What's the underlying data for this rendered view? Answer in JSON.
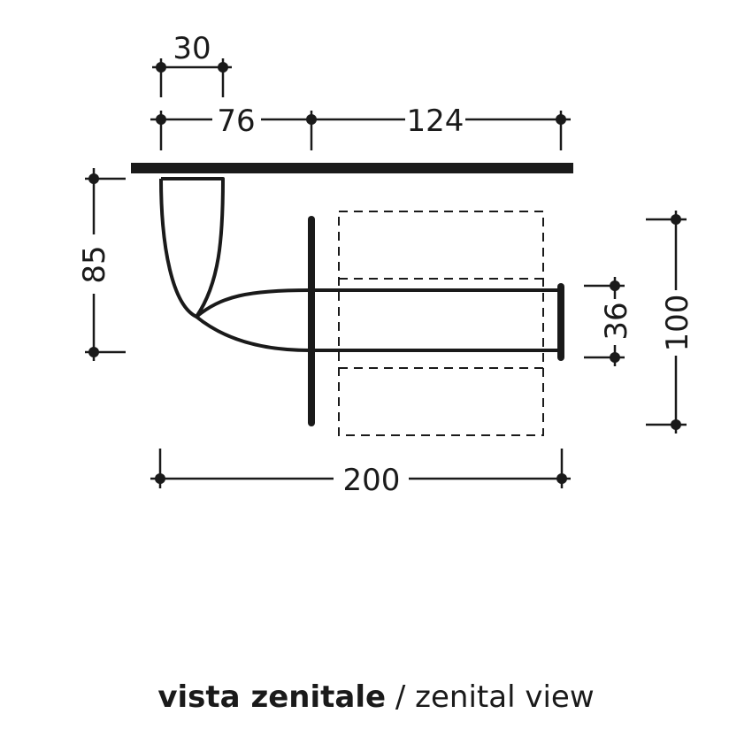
{
  "diagram": {
    "type": "technical-drawing",
    "view": "top view of wall-mounted toilet roll holder",
    "colors": {
      "line": "#1a1a1a",
      "background": "#ffffff"
    },
    "dimensions": {
      "top_small": "30",
      "top_left": "76",
      "top_right": "124",
      "left_height": "85",
      "right_small": "36",
      "right_large": "100",
      "bottom_width": "200"
    }
  },
  "caption": {
    "primary": "vista zenitale",
    "separator": " / ",
    "secondary": "zenital view"
  }
}
